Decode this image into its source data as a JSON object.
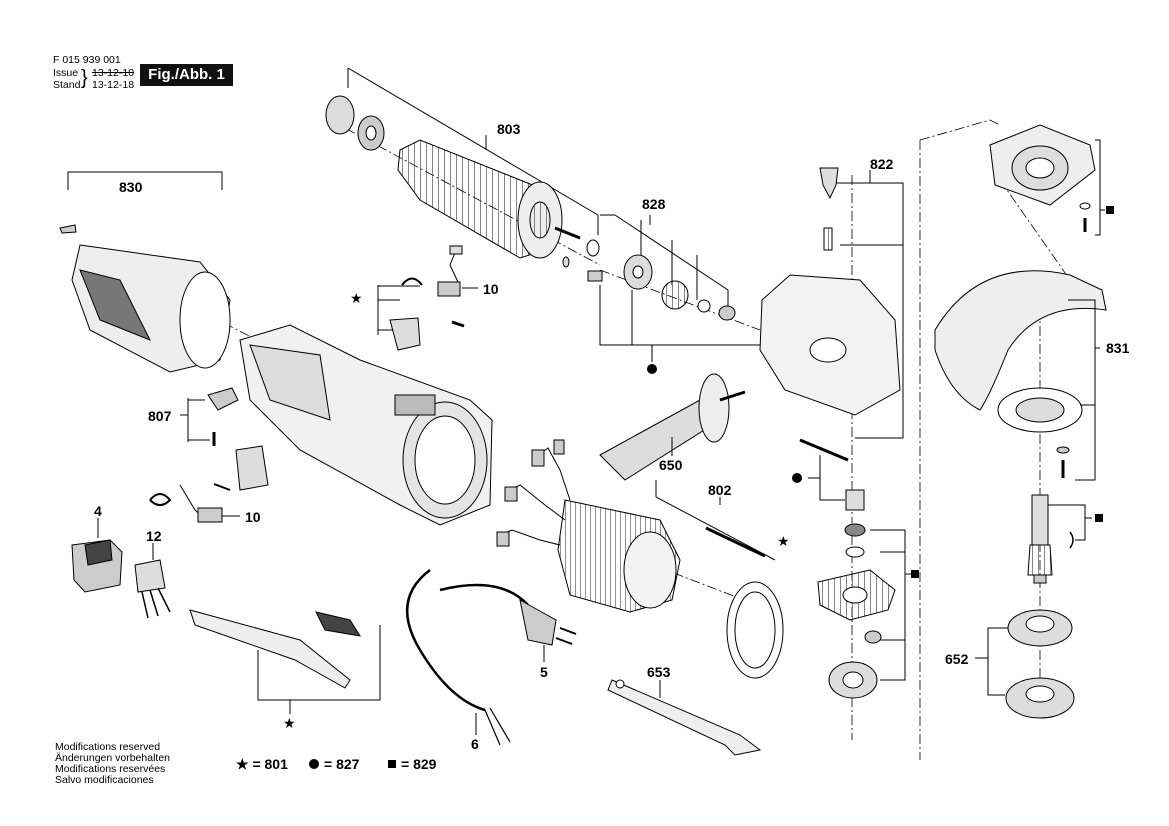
{
  "header": {
    "doc_number": "F 015 939 001",
    "issue_label": "Issue",
    "stand_label": "Stand",
    "issue_value": "13-12-10",
    "stand_value": "13-12-18",
    "figure_label": "Fig./Abb. 1"
  },
  "callouts": {
    "c803": "803",
    "c830": "830",
    "c828": "828",
    "c822": "822",
    "c10a": "10",
    "c807": "807",
    "c10b": "10",
    "c4": "4",
    "c12": "12",
    "c650": "650",
    "c802": "802",
    "c5": "5",
    "c653": "653",
    "c6": "6",
    "c831": "831",
    "c652": "652"
  },
  "footer": {
    "lines": [
      "Modifications reserved",
      "Änderungen vorbehalten",
      "Modifications reservées",
      "Salvo modificaciones"
    ]
  },
  "legend": {
    "star": "★ = 801",
    "dot": "= 827",
    "square": "= 829"
  },
  "colors": {
    "line": "#000000",
    "part_fill": "#e8e8e8",
    "dark": "#444444"
  }
}
